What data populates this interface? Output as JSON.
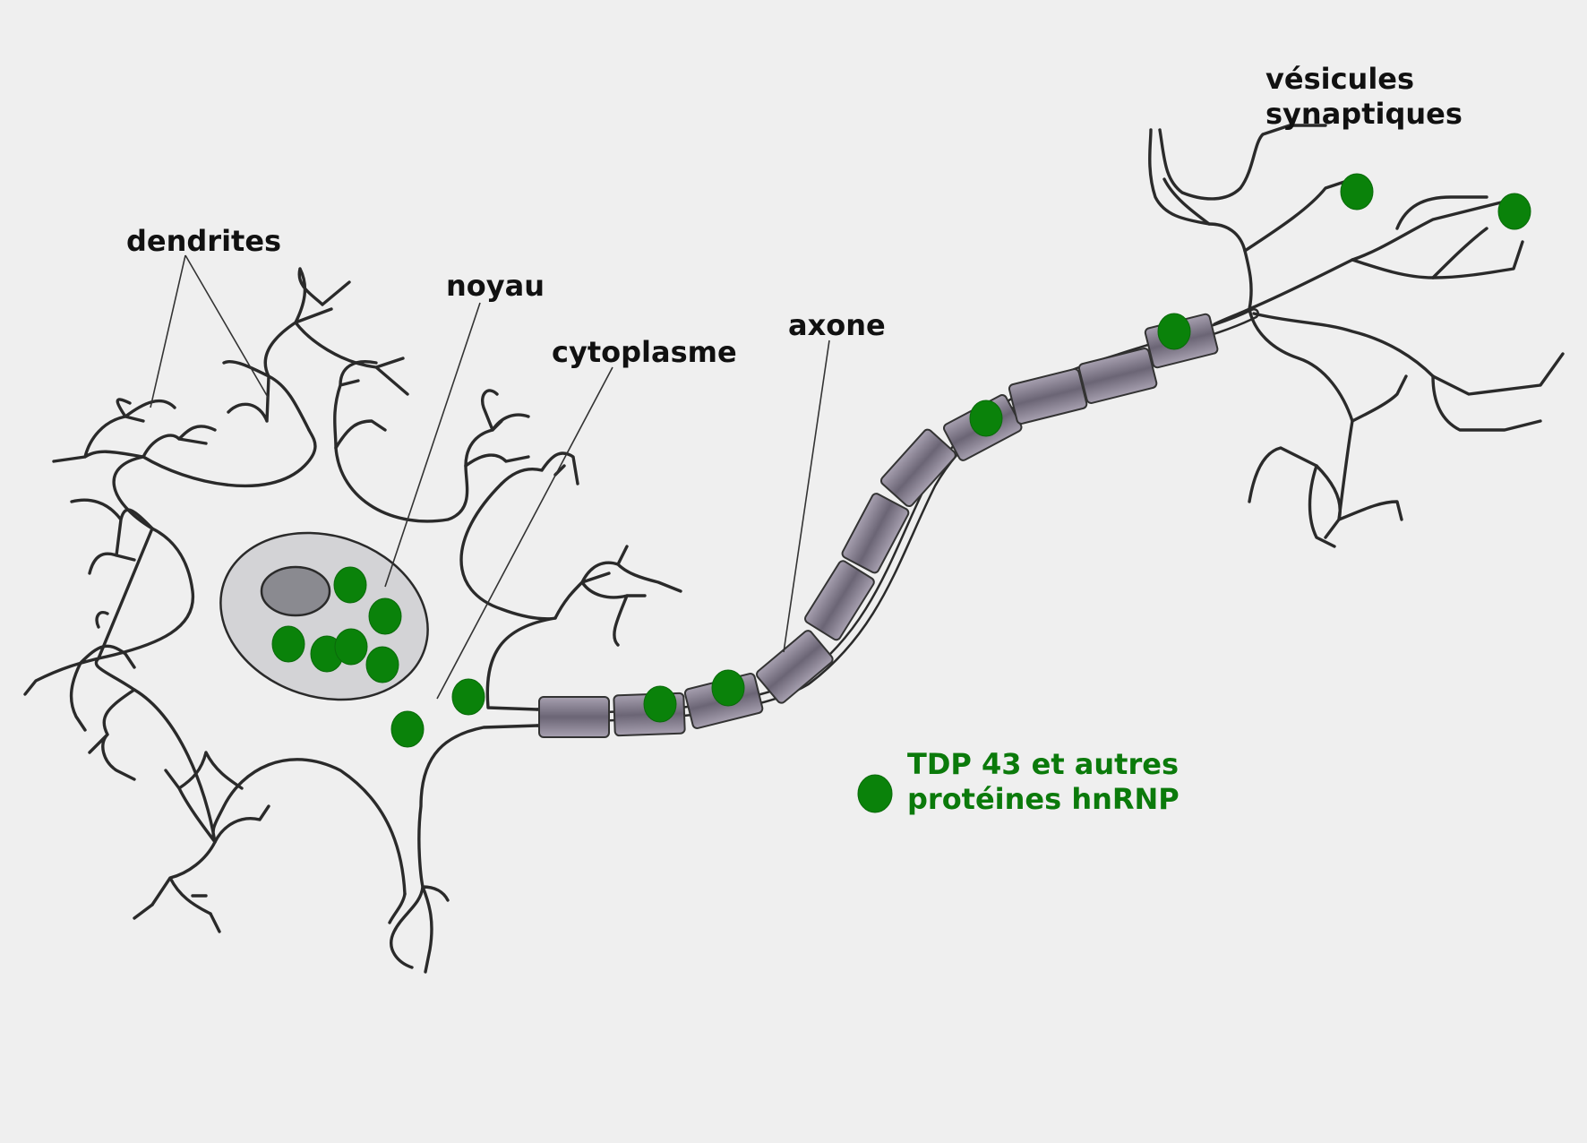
{
  "labels": {
    "dendrites": "dendrites",
    "noyau": "noyau",
    "cytoplasme": "cytoplasme",
    "axone": "axone",
    "vesicules_line1": "vésicules",
    "vesicules_line2": "synaptiques"
  },
  "legend": {
    "line1": "TDP 43 et autres",
    "line2": "protéines hnRNP"
  },
  "colors": {
    "background": "#efefef",
    "protein": "#0a820a",
    "legend_text": "#0b7a0b",
    "nucleus": "#d3d3d6",
    "nucleolus": "#8a8a90",
    "myelin": "#7e7888"
  }
}
